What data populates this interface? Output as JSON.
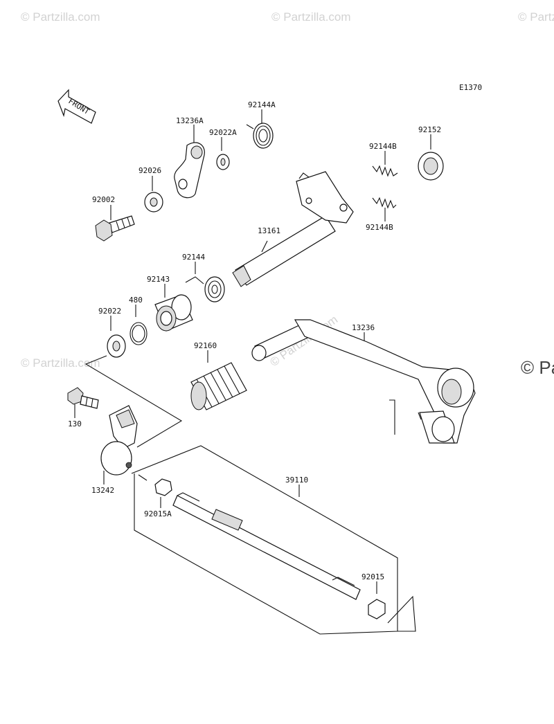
{
  "diagram": {
    "code": "E1370",
    "front_label": "FRONT",
    "watermark": "© Partzilla.com",
    "edge_watermark": "© Pa",
    "parts": {
      "p92002": "92002",
      "p92026": "92026",
      "p13236A": "13236A",
      "p92022A": "92022A",
      "p92144A": "92144A",
      "p92144B_top": "92144B",
      "p92152": "92152",
      "p92144B_bottom": "92144B",
      "p13161": "13161",
      "p92144": "92144",
      "p92143": "92143",
      "p480": "480",
      "p92022": "92022",
      "p92160": "92160",
      "p13236": "13236",
      "p130": "130",
      "p13242": "13242",
      "p92015A": "92015A",
      "p39110": "39110",
      "p92015": "92015"
    }
  }
}
